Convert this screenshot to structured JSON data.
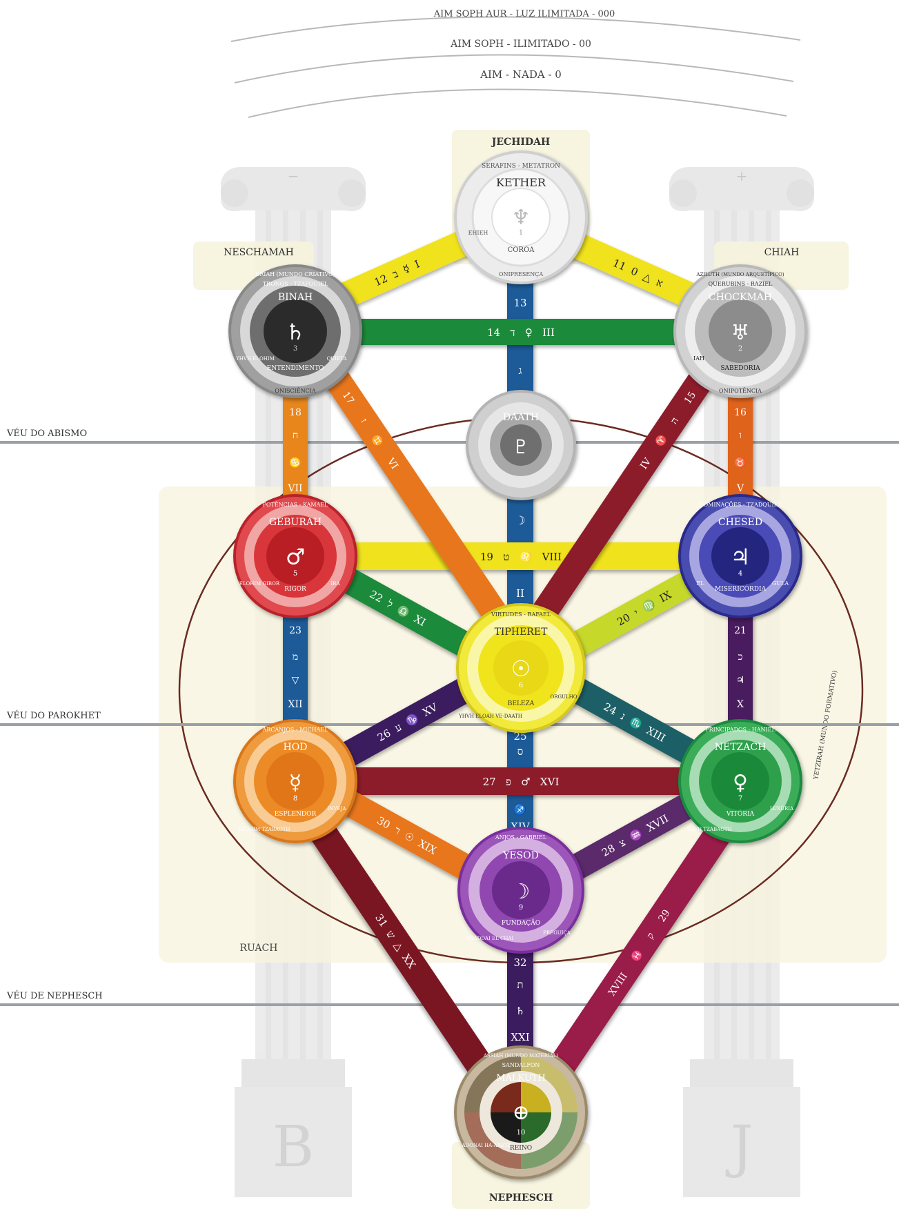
{
  "header": {
    "aim_soph_aur": "AIM SOPH AUR - LUZ ILIMITADA - 000",
    "aim_soph": "AIM SOPH - ILIMITADO - 00",
    "aim": "AIM - NADA - 0"
  },
  "regions": {
    "jechidah": "JECHIDAH",
    "neschamah": "NESCHAMAH",
    "chiah": "CHIAH",
    "ruach": "RUACH",
    "nephesch": "NEPHESCH"
  },
  "veils": {
    "abismo": "VÉU DO ABISMO",
    "parokhet": "VÉU DO PAROKHET",
    "nephesch": "VÉU DE NEPHESCH"
  },
  "pillars": {
    "left_letter": "B",
    "right_letter": "J",
    "left_sign": "−",
    "right_sign": "+"
  },
  "side_label": "YETZIRAH (MUNDO FORMATIVO)",
  "colors": {
    "kether": "#f2f2f2",
    "chockmah": "#9a9a9a",
    "binah": "#2b2b2b",
    "daath": "#8a8a8a",
    "chesed": "#2d2f9a",
    "geburah": "#d8262c",
    "tiphereth": "#f2e81d",
    "netzach": "#1f9a3f",
    "hod": "#e8861e",
    "yesod": "#7a2f9c",
    "malkuth": "#5a4a2a",
    "yellow_path": "#f0e21c",
    "blue_path": "#1f5a98",
    "green_path": "#1e8a3a",
    "orange_path": "#e8761c",
    "crimson_path": "#8c1a2c",
    "purple_path": "#3a1f5e",
    "lime_path": "#c6d82a",
    "teal_path": "#1f5f66"
  },
  "sephiroth": {
    "kether": {
      "name": "KETHER",
      "top": "SERAFINS - METATRON",
      "bottom": "COROA",
      "left": "EHIEH",
      "outer": "ONIPRESENÇA",
      "number": "1",
      "symbol": "♆"
    },
    "chockmah": {
      "name": "CHOCKMAH",
      "top": "AZILUTH (MUNDO ARQUETÍPICO)",
      "sub": "QUERUBINS - RAZIEL",
      "bottom": "SABEDORIA",
      "left": "IAH",
      "outer": "ONIPOTÊNCIA",
      "number": "2",
      "symbol": "♅"
    },
    "binah": {
      "name": "BINAH",
      "top": "BRIAH (MUNDO CRIATIVO)",
      "sub": "TRONOS - TZAFQUIEL",
      "bottom": "ENTENDIMENTO",
      "left": "YHVH ELOHIM",
      "right": "QUIETA",
      "outer": "ONISCIÊNCIA",
      "number": "3",
      "symbol": "♄"
    },
    "daath": {
      "name": "DAATH",
      "symbol": "♇"
    },
    "chesed": {
      "name": "CHESED",
      "top": "DOMINAÇÕES - TZADQUIEL",
      "bottom": "MISERICÓRDIA",
      "left": "EL",
      "right": "GULA",
      "number": "4",
      "symbol": "♃"
    },
    "geburah": {
      "name": "GEBURAH",
      "top": "POTÊNCIAS - KAMAEL",
      "bottom": "RIGOR",
      "left": "ELOHIM GIBOR",
      "right": "IRA",
      "number": "5",
      "symbol": "♂"
    },
    "tiphereth": {
      "name": "TIPHERET",
      "top": "VIRTUDES - RAFAEL",
      "bottom": "BELEZA",
      "left": "YHVH ELOAH VE-DAATH",
      "right": "ORGULHO",
      "number": "6",
      "symbol": "☉"
    },
    "netzach": {
      "name": "NETZACH",
      "top": "PRINCIPADOS - HANIEL",
      "bottom": "VITÓRIA",
      "left": "YHVH TZABAOTH",
      "right": "LUXÚRIA",
      "number": "7",
      "symbol": "♀"
    },
    "hod": {
      "name": "HOD",
      "top": "ARCANJOS - MICHAEL",
      "bottom": "ESPLENDOR",
      "left": "ELOHIM TZABAOTH",
      "right": "INVEJA",
      "number": "8",
      "symbol": "☿"
    },
    "yesod": {
      "name": "YESOD",
      "top": "ANJOS - GABRIEL",
      "bottom": "FUNDAÇÃO",
      "left": "SHADDAI EL CHAI",
      "right": "PREGUIÇA",
      "number": "9",
      "symbol": "☽"
    },
    "malkuth": {
      "name": "MALKUTH",
      "top": "ASSIAH (MUNDO MATERIAL)",
      "sub": "SANDALFON",
      "bottom": "REINO",
      "left": "ADONAI HA-ARETZ",
      "number": "10",
      "symbol": "⊕"
    }
  },
  "paths": {
    "p11": {
      "label": "11  א  △  0"
    },
    "p12": {
      "label": "12  ב  ☿  I"
    },
    "p13": {
      "number": "13",
      "letter": "ג",
      "symbol": "☽",
      "numeral": "II"
    },
    "p14": {
      "label": "14   ד   ♀   III"
    },
    "p15": {
      "number": "15",
      "letter": "ה",
      "symbol": "♈",
      "numeral": "IV"
    },
    "p16": {
      "number": "16",
      "letter": "ו",
      "symbol": "♉",
      "numeral": "V"
    },
    "p17": {
      "number": "17",
      "letter": "ז",
      "symbol": "♊",
      "numeral": "VI"
    },
    "p18": {
      "number": "18",
      "letter": "ח",
      "symbol": "♋",
      "numeral": "VII"
    },
    "p19": {
      "label": "19   ט   ♌   VIII"
    },
    "p20": {
      "label": "20  י  ♍  IX"
    },
    "p21": {
      "number": "21",
      "letter": "כ",
      "symbol": "♃",
      "numeral": "X"
    },
    "p22": {
      "label": "22  ל  ♎  XI"
    },
    "p23": {
      "number": "23",
      "letter": "מ",
      "symbol": "▽",
      "numeral": "XII"
    },
    "p24": {
      "label": "24  נ  ♏  XIII"
    },
    "p25": {
      "number": "25",
      "letter": "ס",
      "symbol": "♐",
      "numeral": "XIV"
    },
    "p26": {
      "label": "26  ע  ♑  XV"
    },
    "p27": {
      "label": "27   פ   ♂   XVI"
    },
    "p28": {
      "label": "28  צ  ♒  XVII"
    },
    "p29": {
      "number": "29",
      "letter": "ק",
      "symbol": "♓",
      "numeral": "XVIII"
    },
    "p30": {
      "label": "30  ר  ☉  XIX"
    },
    "p31": {
      "label": "31  ש  △  XX"
    },
    "p32": {
      "number": "32",
      "letter": "ת",
      "symbol": "♄",
      "numeral": "XXI"
    }
  }
}
